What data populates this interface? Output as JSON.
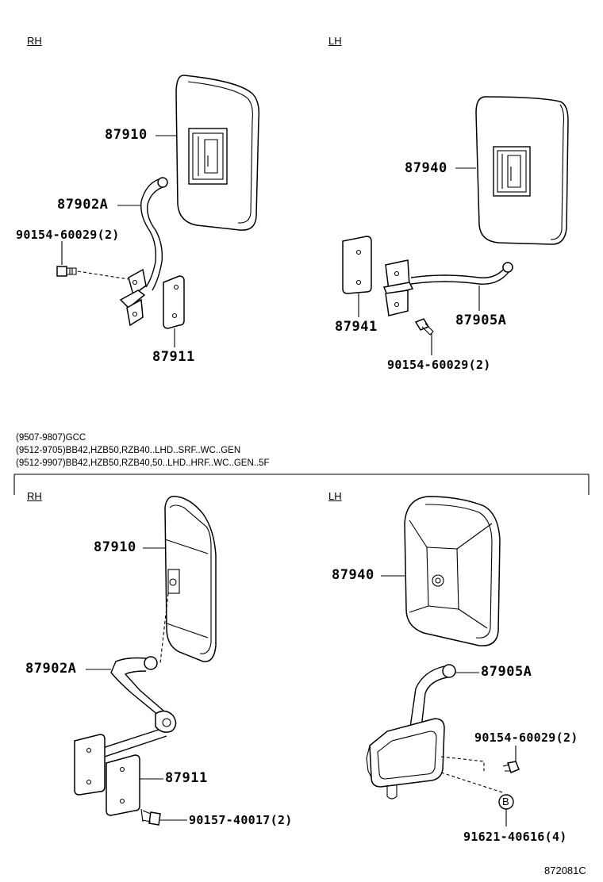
{
  "sections": {
    "top": {
      "rh": {
        "side_label": "RH",
        "mirror": "87910",
        "stay": "87902A",
        "bolt": "90154-60029(2)",
        "plate": "87911"
      },
      "lh": {
        "side_label": "LH",
        "mirror": "87940",
        "plate": "87941",
        "stay": "87905A",
        "bolt": "90154-60029(2)"
      }
    },
    "bottom": {
      "conditions": [
        "(9507-9807)GCC",
        "(9512-9705)BB42,HZB50,RZB40..LHD..SRF..WC..GEN",
        "(9512-9907)BB42,HZB50,RZB40,50..LHD..HRF..WC..GEN..5F"
      ],
      "rh": {
        "side_label": "RH",
        "mirror": "87910",
        "stay": "87902A",
        "plate": "87911",
        "bolt": "90157-40017(2)"
      },
      "lh": {
        "side_label": "LH",
        "mirror": "87940",
        "stay": "87905A",
        "bolt": "90154-60029(2)",
        "marker": "B",
        "nut": "91621-40616(4)"
      }
    }
  },
  "drawing_ref": "872081C"
}
